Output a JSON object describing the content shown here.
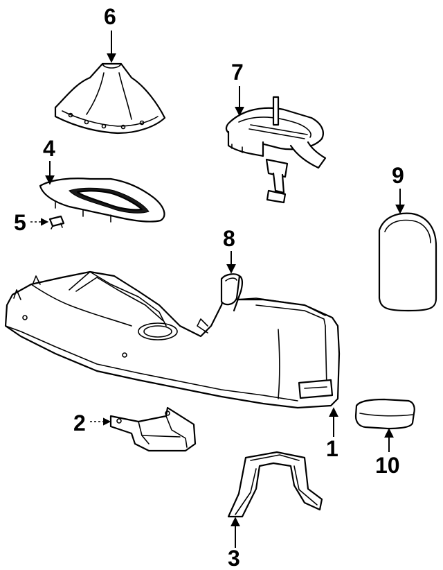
{
  "callouts": [
    {
      "id": "part-1",
      "label": "1"
    },
    {
      "id": "part-2",
      "label": "2"
    },
    {
      "id": "part-3",
      "label": "3"
    },
    {
      "id": "part-4",
      "label": "4"
    },
    {
      "id": "part-5",
      "label": "5"
    },
    {
      "id": "part-6",
      "label": "6"
    },
    {
      "id": "part-7",
      "label": "7"
    },
    {
      "id": "part-8",
      "label": "8"
    },
    {
      "id": "part-9",
      "label": "9"
    },
    {
      "id": "part-10",
      "label": "10"
    }
  ],
  "colors": {
    "ink": "#000000",
    "paper": "#ffffff"
  }
}
